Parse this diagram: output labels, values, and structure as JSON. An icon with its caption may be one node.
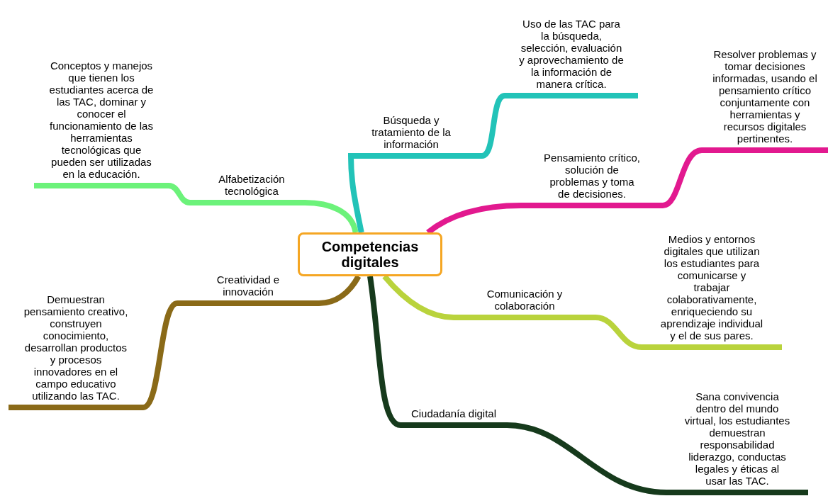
{
  "diagram": {
    "nodes": [
      {
        "text": [
          "Competencias digitales"
        ]
      },
      {
        "text": [
          "Alfabetización tecnológica"
        ]
      },
      {
        "text": [
          "Conceptos y manejos que tienen los estudiantes acerca de las TAC, dominar y conocer el funcionamiento de las herramientas tecnológicas que pueden ser utilizadas en la educación."
        ]
      },
      {
        "text": [
          "Búsqueda y tratamiento de la información"
        ]
      },
      {
        "text": [
          "Uso de las TAC para la búsqueda, selección, evaluación y aprovechamiento de la información de manera crítica."
        ]
      },
      {
        "text": [
          "Pensamiento crítico, solución de problemas y toma de decisiones."
        ]
      },
      {
        "text": [
          "Resolver problemas y tomar decisiones informadas, usando el pensamiento crítico conjuntamente con herramientas y recursos digitales pertinentes."
        ]
      },
      {
        "text": [
          "Creatividad e innovación"
        ]
      },
      {
        "text": [
          "Demuestran pensamiento creativo, construyen conocimiento, desarrollan productos y procesos innovadores en el campo educativo utilizando las TAC."
        ]
      },
      {
        "text": [
          "Comunicación y colaboración"
        ]
      },
      {
        "text": [
          "Medios y entornos digitales que utilizan los estudiantes para comunicarse y trabajar colaborativamente, enriqueciendo su aprendizaje individual y el de sus pares."
        ]
      },
      {
        "text": [
          "Ciudadanía digital"
        ]
      },
      {
        "text": [
          "Sana convivencia dentro del mundo virtual, los estudiantes demuestran responsabilidad liderazgo, conductas legales y éticas al usar las TAC."
        ]
      }
    ],
    "edges": [
      {
        "from": 0,
        "to": 1,
        "arrow": "none",
        "color": "#6cf27a"
      },
      {
        "from": 1,
        "to": 2,
        "arrow": "none",
        "color": "#6cf27a"
      },
      {
        "from": 0,
        "to": 3,
        "arrow": "none",
        "color": "#22c3b8"
      },
      {
        "from": 3,
        "to": 4,
        "arrow": "none",
        "color": "#22c3b8"
      },
      {
        "from": 0,
        "to": 5,
        "arrow": "none",
        "color": "#e2198f"
      },
      {
        "from": 5,
        "to": 6,
        "arrow": "none",
        "color": "#e2198f"
      },
      {
        "from": 0,
        "to": 7,
        "arrow": "none",
        "color": "#8a6a18"
      },
      {
        "from": 7,
        "to": 8,
        "arrow": "none",
        "color": "#8a6a18"
      },
      {
        "from": 0,
        "to": 9,
        "arrow": "none",
        "color": "#b9d33c"
      },
      {
        "from": 9,
        "to": 10,
        "arrow": "none",
        "color": "#b9d33c"
      },
      {
        "from": 0,
        "to": 11,
        "arrow": "none",
        "color": "#163a1c"
      },
      {
        "from": 11,
        "to": 12,
        "arrow": "none",
        "color": "#163a1c"
      }
    ]
  }
}
